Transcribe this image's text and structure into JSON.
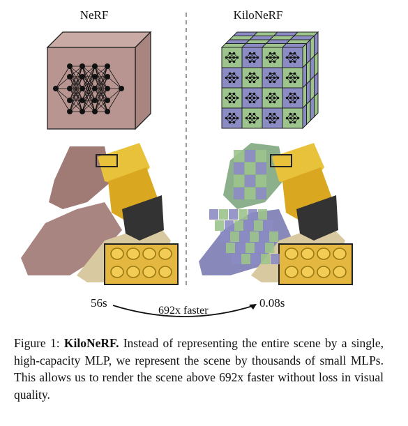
{
  "figure": {
    "left_title": "NeRF",
    "right_title": "KiloNeRF",
    "left_time": "56s",
    "right_time": "0.08s",
    "speedup": "692x faster"
  },
  "caption": {
    "label": "Figure 1:",
    "title": "KiloNeRF.",
    "text": "Instead of representing the entire scene by a single, high-capacity MLP, we represent the scene by thousands of small MLPs. This allows us to render the scene above 692x faster without loss in visual quality."
  },
  "colors": {
    "nerf_cube": "#b89590",
    "kilo_green": "#9cc48c",
    "kilo_purple": "#8c8cc4",
    "lego_yellow": "#f0c020"
  }
}
